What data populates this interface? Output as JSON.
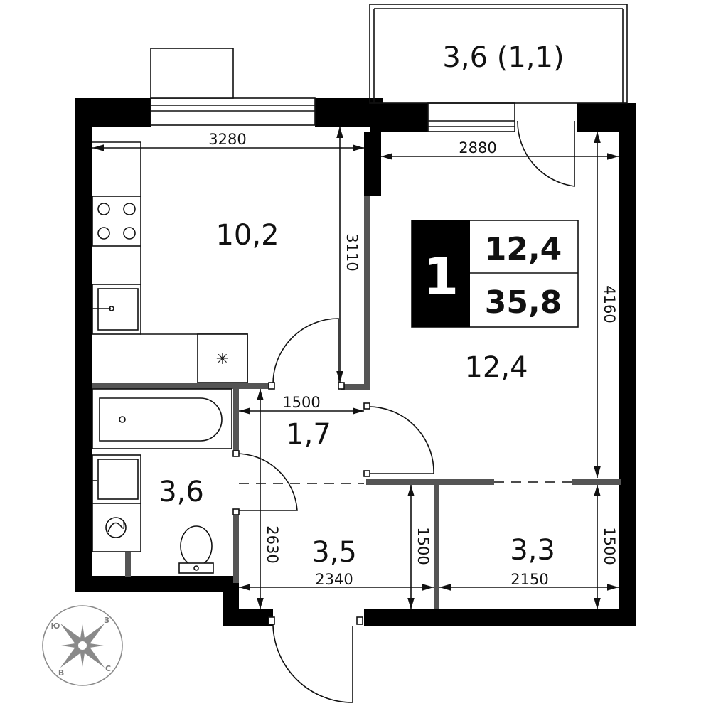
{
  "summary": {
    "rooms_count": "1",
    "living_area": "12,4",
    "total_area": "35,8"
  },
  "rooms": {
    "balcony": "3,6 (1,1)",
    "kitchen": "10,2",
    "living": "12,4",
    "bathroom": "3,6",
    "corridor": "1,7",
    "hall": "3,5",
    "storage": "3,3"
  },
  "dimensions": {
    "kitchen_width": "3280",
    "kitchen_depth": "3110",
    "living_width": "2880",
    "living_depth": "4160",
    "corridor_width": "1500",
    "bath_depth": "2630",
    "hall_width": "2340",
    "hall_depth": "1500",
    "storage_width": "2150",
    "storage_depth": "1500"
  },
  "compass": {
    "north": "Ю",
    "east": "З",
    "south": "С",
    "west": "В"
  },
  "colors": {
    "wall": "#000000",
    "partition": "#555555",
    "line": "#111111",
    "compass": "#8a8a8a"
  }
}
